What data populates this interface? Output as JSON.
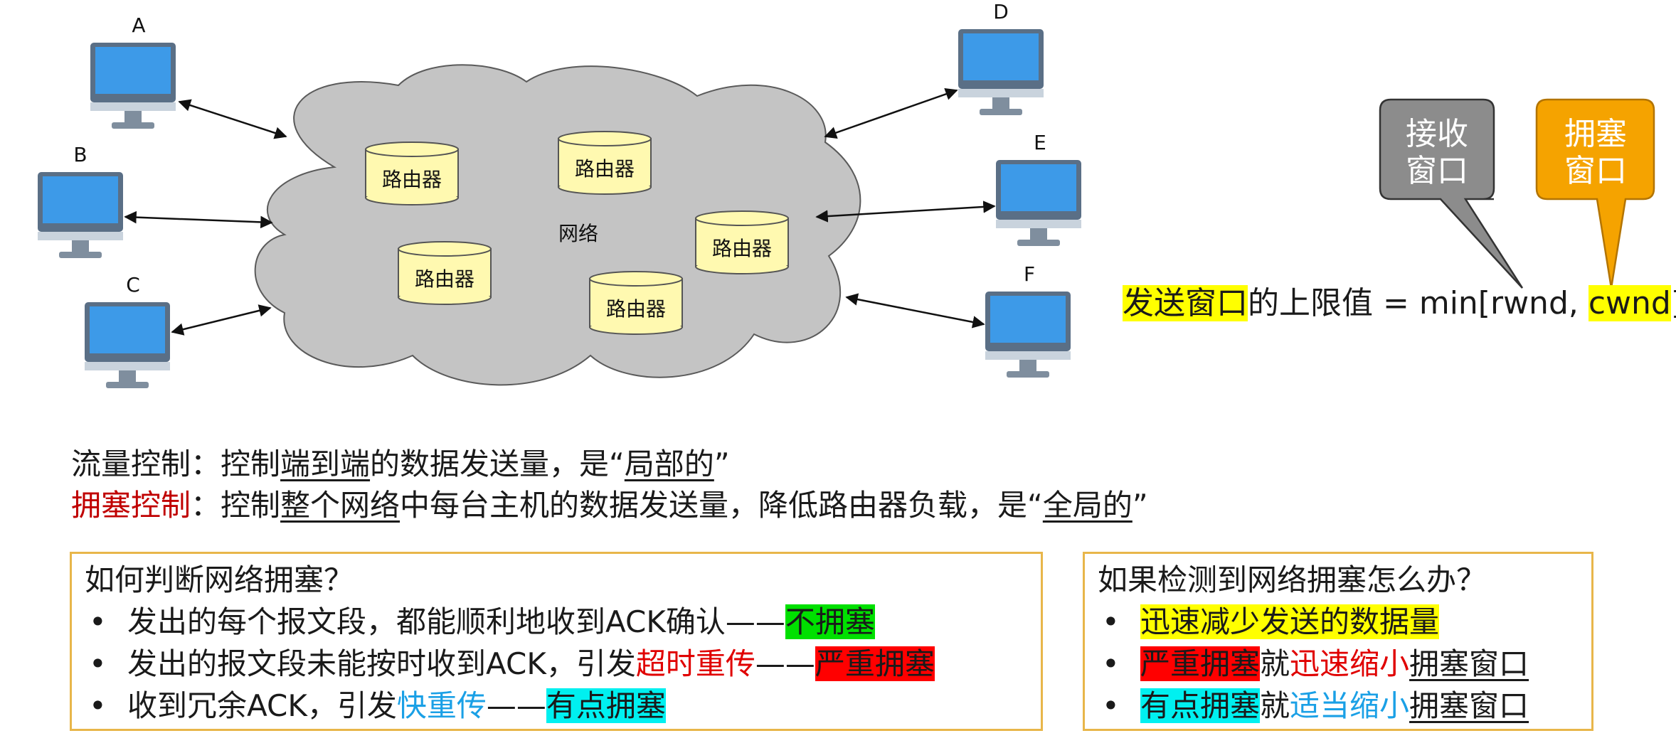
{
  "hosts": [
    {
      "id": "A",
      "label": "A"
    },
    {
      "id": "B",
      "label": "B"
    },
    {
      "id": "C",
      "label": "C"
    },
    {
      "id": "D",
      "label": "D"
    },
    {
      "id": "E",
      "label": "E"
    },
    {
      "id": "F",
      "label": "F"
    }
  ],
  "network_label": "网络",
  "router_label": "路由器",
  "callouts": {
    "receive_window": {
      "line1": "接收",
      "line2": "窗口",
      "color": "#8c8c8c"
    },
    "congestion_window": {
      "line1": "拥塞",
      "line2": "窗口",
      "color": "#f5a300"
    }
  },
  "formula": {
    "send_window": "发送窗口",
    "middle": "的上限值 = min[rwnd, ",
    "cwnd": "cwnd",
    "close": "]"
  },
  "flow_control": {
    "term": "流量控制",
    "p1": "：控制",
    "u1": "端到端",
    "p2": "的数据发送量，是“",
    "u2": "局部的",
    "p3": "”"
  },
  "congestion_control": {
    "term": "拥塞控制",
    "p1": "：控制",
    "u1": "整个网络",
    "p2": "中每台主机的数据发送量，降低路由器负载，是“",
    "u2": "全局的",
    "p3": "”"
  },
  "judge_box": {
    "title": "如何判断网络拥塞？",
    "bullet": "•",
    "item1": {
      "text": "发出的每个报文段，都能顺利地收到ACK确认——",
      "hl": "不拥塞"
    },
    "item2": {
      "text": "发出的报文段未能按时收到ACK，引发",
      "red": "超时重传",
      "dash": "——",
      "hl": "严重拥塞"
    },
    "item3": {
      "text": "收到冗余ACK，引发",
      "blue": "快重传",
      "dash": "——",
      "hl": "有点拥塞"
    }
  },
  "action_box": {
    "title": "如果检测到网络拥塞怎么办？",
    "bullet": "•",
    "item1": {
      "hl": "迅速减少发送的数据量"
    },
    "item2": {
      "hl": "严重拥塞",
      "mid": "就",
      "red": "迅速缩小",
      "u": "拥塞窗口"
    },
    "item3": {
      "hl": "有点拥塞",
      "mid": "就",
      "blue": "适当缩小",
      "u": "拥塞窗口"
    }
  },
  "colors": {
    "monitor_frame": "#5a6f86",
    "monitor_screen": "#3d9ae8",
    "monitor_stand": "#c9d3dd",
    "cloud": "#c4c4c4",
    "router_fill": "#fff9b0",
    "box_border": "#e8b64a"
  }
}
